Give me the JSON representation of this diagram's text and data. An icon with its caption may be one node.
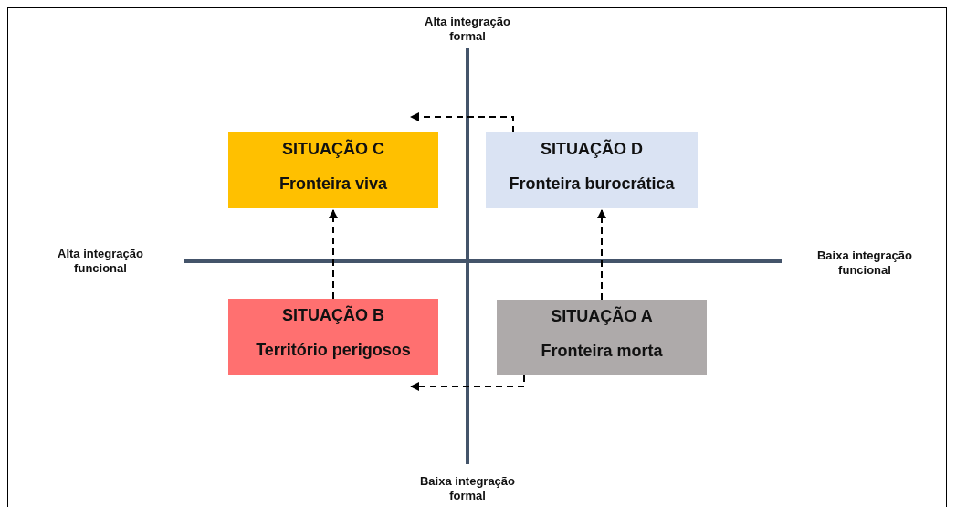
{
  "diagram": {
    "nodes": [
      {
        "text": [
          "SITUAÇÃO C",
          "Fronteira viva"
        ]
      },
      {
        "text": [
          "SITUAÇÃO D",
          "Fronteira burocrática"
        ]
      },
      {
        "text": [
          "SITUAÇÃO B",
          "Território perigosos"
        ]
      },
      {
        "text": [
          "SITUAÇÃO A",
          "Fronteira morta"
        ]
      }
    ],
    "edges": [
      {
        "from": 2,
        "to": 0,
        "arrow": "to",
        "style": "dashed"
      },
      {
        "from": 3,
        "to": 1,
        "arrow": "to",
        "style": "dashed"
      },
      {
        "from": 1,
        "to": 0,
        "arrow": "to",
        "style": "dashed"
      },
      {
        "from": 3,
        "to": 2,
        "arrow": "to",
        "style": "dashed"
      }
    ],
    "labels": [
      "Alta integração formal",
      "Alta integração funcional",
      "Baixa integração funcional",
      "Baixa integração formal"
    ]
  }
}
